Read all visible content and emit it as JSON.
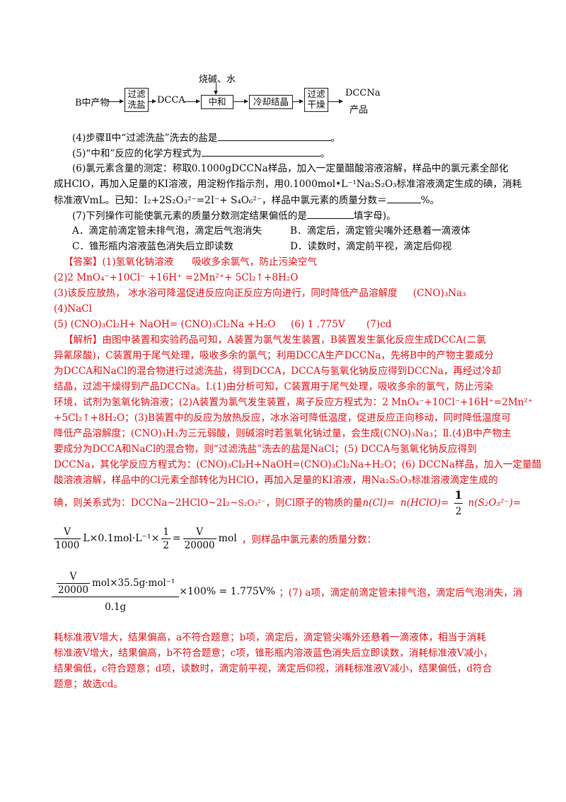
{
  "flowchart": {
    "start": "B中产物",
    "box1": [
      "过滤",
      "洗盐"
    ],
    "mid1": "DCCA",
    "reagent": "烧碱、水",
    "box2": "中和",
    "box3": "冷却结晶",
    "box4": [
      "过滤",
      "干燥"
    ],
    "product": [
      "DCCNa",
      "产品"
    ]
  },
  "q4": {
    "text": "(4)步骤Ⅱ中“过滤洗盐”洗去的盐是",
    "end": "。"
  },
  "q5": {
    "text": "(5)“中和”反应的化学方程式为",
    "end": "。"
  },
  "q6": {
    "l1": "(6)氯元素含量的测定：称取0.1000gDCCNa样品，加入一定量醋酸溶液溶解，样品中的氯元素全部化",
    "l2": "成HClO，再加入足量的KI溶液，用淀粉作指示剂，用0.1000mol•L⁻¹Na₂S₂O₃标准溶液滴定生成的碘，消耗",
    "l3a": "标准液VmL。已知：I₂+2S₂O₃²⁻=2I⁻+ S₄O₆²⁻，样品中氯元素的质量分数＝",
    "l3b": "%。"
  },
  "q7": {
    "text": "(7)下列操作可能使氯元素的质量分数测定结果偏低的是",
    "end": "填字母)。"
  },
  "options": {
    "A": "A．滴定前滴定管未排气泡，滴定后气泡消失",
    "B": "B．滴定后，滴定管尖嘴外还悬着一滴液体",
    "C": "C．锥形瓶内溶液蓝色消失后立即读数",
    "D": "D．读数时，滴定前平视，滴定后仰视"
  },
  "answer": {
    "l1a": "【答案】(1)氢氧化钠溶液",
    "l1b": "吸收多余氯气，防止污染空气",
    "l2": "(2)2 MnO₄⁻+10Cl⁻ +16H⁺ =2Mn²⁺+ 5Cl₂↑+8H₂O",
    "l3a": "(3)该反应放热， 冰水浴可降温促进反应向正反应方向进行，同时降低产品溶解度",
    "l3b": "(CNO)₃Na₃",
    "l4": "(4)NaCl",
    "l5": "(5) (CNO)₃Cl₂H+ NaOH= (CNO)₃Cl₂Na +H₂O     (6) 1 .775V       (7)cd"
  },
  "analysis": [
    "【解析】由图中装置和实验药品可知，A装置为氯气发生装置，B装置发生氯化反应生成DCCA(二氯",
    "异氰尿酸)，C装置用于尾气处理，吸收多余的氯气；利用DCCA生产DCCNa，先将B中的产物主要成分",
    "为DCCA和NaCl的混合物进行过滤洗盐，得到DCCA，DCCA与氢氧化钠反应得到DCCNa，再经过冷却",
    "结晶，过滤干燥得到产品DCCNa。Ⅰ.(1)由分析可知，C装置用于尾气处理，吸收多余的氯气，防止污染",
    "环境，试剂为氢氧化钠溶液；(2)A装置为氯气发生装置，离子反应方程式为：2 MnO₄⁻+10Cl⁻+16H⁺=2Mn²⁺",
    "+5Cl₂↑+8H₂O；(3)B装置中的反应为放热反应，冰水浴可降低温度，促进反应正向移动，同时降低温度可",
    "降低产品溶解度；(CNO)₃H₃为三元弱酸，则碱溶时若氢氧化钠过量，会生成(CNO)₃Na₃；Ⅱ.(4)B中产物主",
    "要成分为DCCA和NaCl的混合物，则“过滤洗盐”洗去的盐是NaCl；(5) DCCA与氢氧化钠反应得到",
    "DCCNa，其化学反应方程式为：(CNO)₃Cl₂H+NaOH=(CNO)₃Cl₂Na+H₂O；(6) DCCNa样品，加入一定量醋",
    "酸溶液溶解，样品中的Cl元素全部转化为HClO，再加入足量的KI溶液，用Na₂S₂O₃标准溶液滴定生成的"
  ],
  "relation": {
    "a": "碘，则关系式为：DCCNa~2HClO~2I₂~",
    "ion": "S₂O₃²⁻",
    "b": "，则Cl原子的物质的量",
    "c": "n(Cl)=",
    "d": "n(HClO)=",
    "half_num": "1",
    "half_den": "2",
    "e": "n(S₂O₃²⁻)="
  },
  "eq1": {
    "v_num": "V",
    "v_den": "1000",
    "mid": "L×0.1mol·L⁻¹×",
    "h_num": "1",
    "h_den": "2",
    "eq": "=",
    "r_num": "V",
    "r_den": "20000",
    "unit": "mol",
    "tail": "，则样品中氯元素的质量分数："
  },
  "eq2": {
    "top_frac_num": "V",
    "top_frac_den": "20000",
    "top_rest": "mol×35.5g·mol⁻¹",
    "bottom": "0.1g",
    "rest": "×100% = 1.775V%",
    "tail": "；(7) a项，滴定前滴定管未排气泡，滴定后气泡消失，消"
  },
  "conclusion": [
    "耗标准液V增大，结果偏高，a不符合题意；b项，滴定后，滴定管尖嘴外还悬着一滴液体，相当于消耗",
    "标准液V增大，结果偏高，b不符合题意；c项，锥形瓶内溶液蓝色消失后立即读数，消耗标准液V减小，",
    "结果偏低，c符合题意；d项，读数时，滴定前平视，滴定后仰视，消耗标准液V减小，结果偏低，d符合",
    "题意；故选cd。"
  ]
}
